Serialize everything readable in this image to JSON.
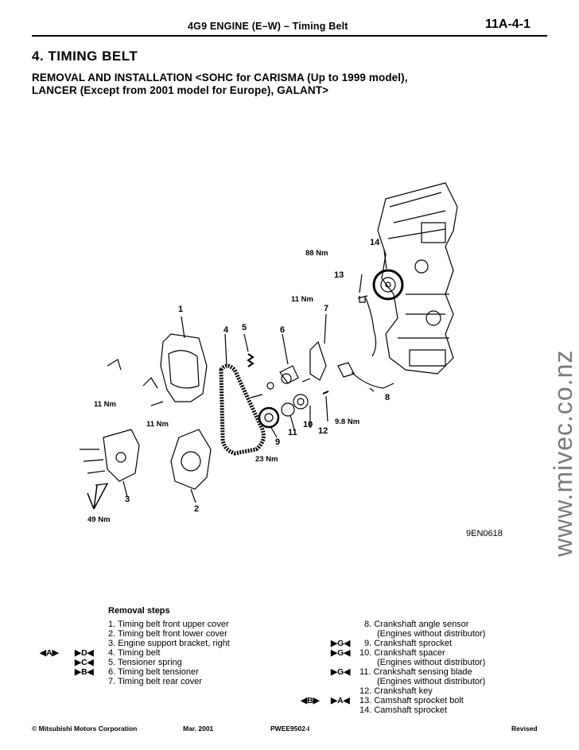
{
  "header": {
    "title": "4G9 ENGINE (E–W) – Timing Belt",
    "page": "11A-4-1"
  },
  "section": {
    "title": "4. TIMING BELT",
    "subtitle_line1": "REMOVAL AND INSTALLATION <SOHC for CARISMA (Up to 1999 model),",
    "subtitle_line2": "LANCER (Except from 2001 model for Europe), GALANT>"
  },
  "watermark": "www.mivec.co.nz",
  "figure": {
    "code": "9EN0618",
    "callouts": {
      "c1": "1",
      "c2": "2",
      "c3": "3",
      "c4": "4",
      "c5": "5",
      "c6": "6",
      "c7": "7",
      "c8": "8",
      "c9": "9",
      "c10": "10",
      "c11": "11",
      "c12": "12",
      "c13": "13",
      "c14": "14"
    },
    "torques": {
      "t88": "88 Nm",
      "t11a": "11 Nm",
      "t11b": "11 Nm",
      "t11c": "11 Nm",
      "t98": "9.8 Nm",
      "t23": "23 Nm",
      "t49": "49 Nm"
    }
  },
  "removal_steps": {
    "title": "Removal steps",
    "left": [
      "1. Timing belt front upper cover",
      "2. Timing belt front lower cover",
      "3. Engine support bracket, right",
      "4. Timing belt",
      "5. Tensioner spring",
      "6. Timing belt tensioner",
      "7. Timing belt rear cover"
    ],
    "right": [
      "8. Crankshaft angle sensor",
      "(Engines without distributor)",
      "9. Crankshaft sprocket",
      "10. Crankshaft spacer",
      "(Engines without distributor)",
      "11. Crankshaft sensing blade",
      "(Engines without distributor)",
      "12. Crankshaft key",
      "13. Camshaft sprocket bolt",
      "14. Camshaft sprocket"
    ],
    "marks": {
      "a_install": "◀A▶",
      "d": "▶D◀",
      "c": "▶C◀",
      "b": "▶B◀",
      "g9": "▶G◀",
      "g10": "▶G◀",
      "g11": "▶G◀",
      "b13": "◀B▶",
      "a13": "▶A◀"
    }
  },
  "footer": {
    "copyright": "© Mitsubishi Motors Corporation",
    "date": "Mar. 2001",
    "doc": "PWEE9502-I",
    "status": "Revised"
  }
}
